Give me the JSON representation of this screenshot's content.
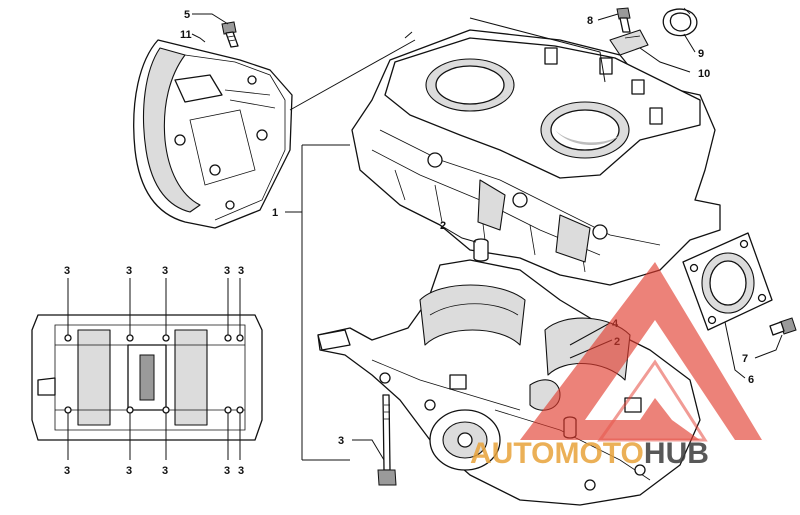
{
  "callouts": {
    "c1": "1",
    "c2a": "2",
    "c2b": "2",
    "c3_top": [
      "3",
      "3",
      "3",
      "3",
      "3"
    ],
    "c3_bottom": [
      "3",
      "3",
      "3",
      "3",
      "3"
    ],
    "c3_bolt": "3",
    "c4": "4",
    "c5": "5",
    "c6": "6",
    "c7": "7",
    "c8": "8",
    "c9": "9",
    "c10": "10",
    "c11": "11"
  },
  "watermark": {
    "part1": "AUTO",
    "part2": "MOTO",
    "part3": "HUB",
    "color_red": "#e23b2e",
    "color_gold": "#e8a33a",
    "color_dark": "#3c3c3c"
  }
}
